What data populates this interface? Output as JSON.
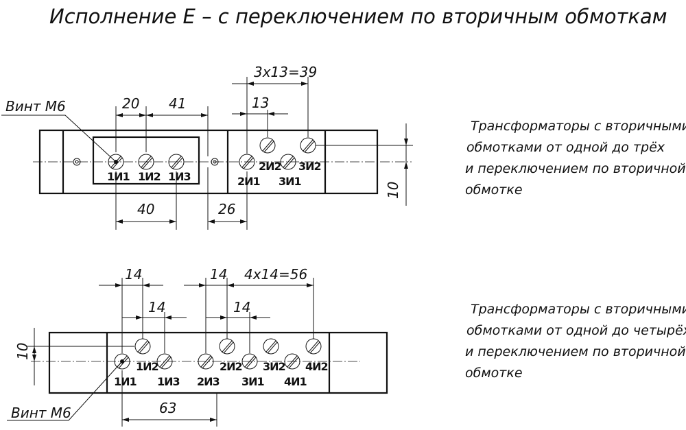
{
  "title": "Исполнение Е – с переключением по вторичным обмоткам",
  "top": {
    "screw_label": "Винт М6",
    "dims": {
      "d20": "20",
      "d41": "41",
      "d13": "13",
      "d3x13": "3x13=39",
      "d40": "40",
      "d26": "26",
      "d10": "10"
    },
    "terminals": {
      "t1i1": "1И1",
      "t1i2": "1И2",
      "t1i3": "1И3",
      "t2i1": "2И1",
      "t2i2": "2И2",
      "t3i1": "3И1",
      "t3i2": "3И2"
    },
    "note": [
      "Трансформаторы с вторичными",
      "обмотками от одной до трёх",
      "и переключением по вторичной",
      "обмотке"
    ]
  },
  "bottom": {
    "screw_label": "Винт М6",
    "dims": {
      "d14a": "14",
      "d14b": "14",
      "d14c": "14",
      "d14d": "14",
      "d4x14": "4x14=56",
      "d10": "10",
      "d63": "63"
    },
    "terminals": {
      "t1i1": "1И1",
      "t1i2": "1И2",
      "t1i3": "1И3",
      "t2i3": "2И3",
      "t2i2": "2И2",
      "t3i1": "3И1",
      "t3i2": "3И2",
      "t4i1": "4И1",
      "t4i2": "4И2"
    },
    "note": [
      "Трансформаторы с вторичными",
      "обмотками от одной до четырёх",
      "и переключением по вторичной",
      "обмотке"
    ]
  }
}
